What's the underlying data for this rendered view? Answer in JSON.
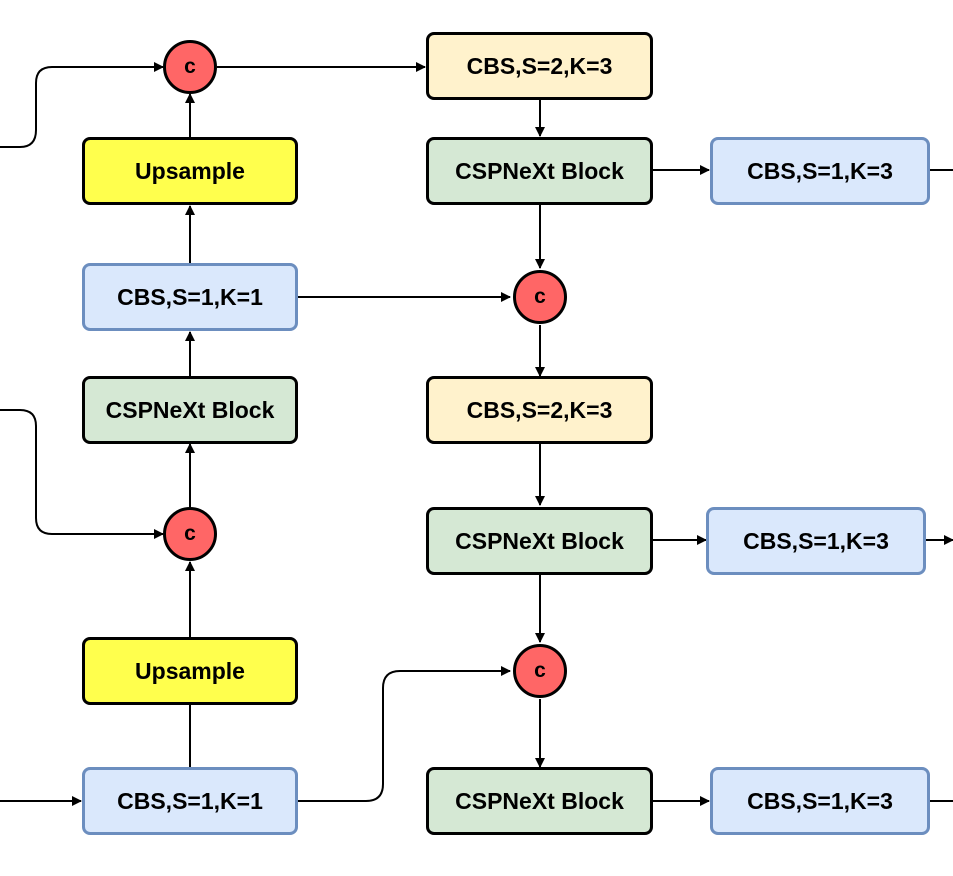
{
  "nodes": {
    "cbs_s2_top": "CBS,S=2,K=3",
    "csp_right_top": "CSPNeXt Block",
    "cbs_out_top": "CBS,S=1,K=3",
    "upsample_top": "Upsample",
    "cbs_left_mid": "CBS,S=1,K=1",
    "csp_left_mid": "CSPNeXt Block",
    "cbs_s2_mid": "CBS,S=2,K=3",
    "csp_right_mid": "CSPNeXt Block",
    "cbs_out_mid": "CBS,S=1,K=3",
    "upsample_bottom": "Upsample",
    "cbs_left_bottom": "CBS,S=1,K=1",
    "csp_right_bottom": "CSPNeXt Block",
    "cbs_out_bottom": "CBS,S=1,K=3"
  },
  "concat_label": "c",
  "colors": {
    "cbs_fill": "#dae8fc",
    "cbs_border": "#6c8ebf",
    "cbs_s2_fill": "#fff2cc",
    "csp_fill": "#d5e8d4",
    "upsample_fill": "#ffff4d",
    "concat_fill": "#ff6666",
    "edge": "#000000"
  }
}
